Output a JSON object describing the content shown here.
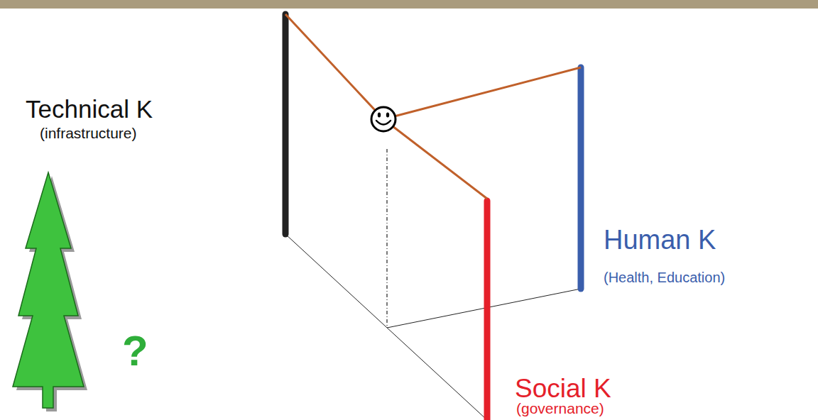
{
  "diagram": {
    "labels": [
      "Technical K",
      "(infrastructure)",
      "?",
      "Human K",
      "(Health, Education)",
      "Social K",
      "(governance)"
    ]
  }
}
